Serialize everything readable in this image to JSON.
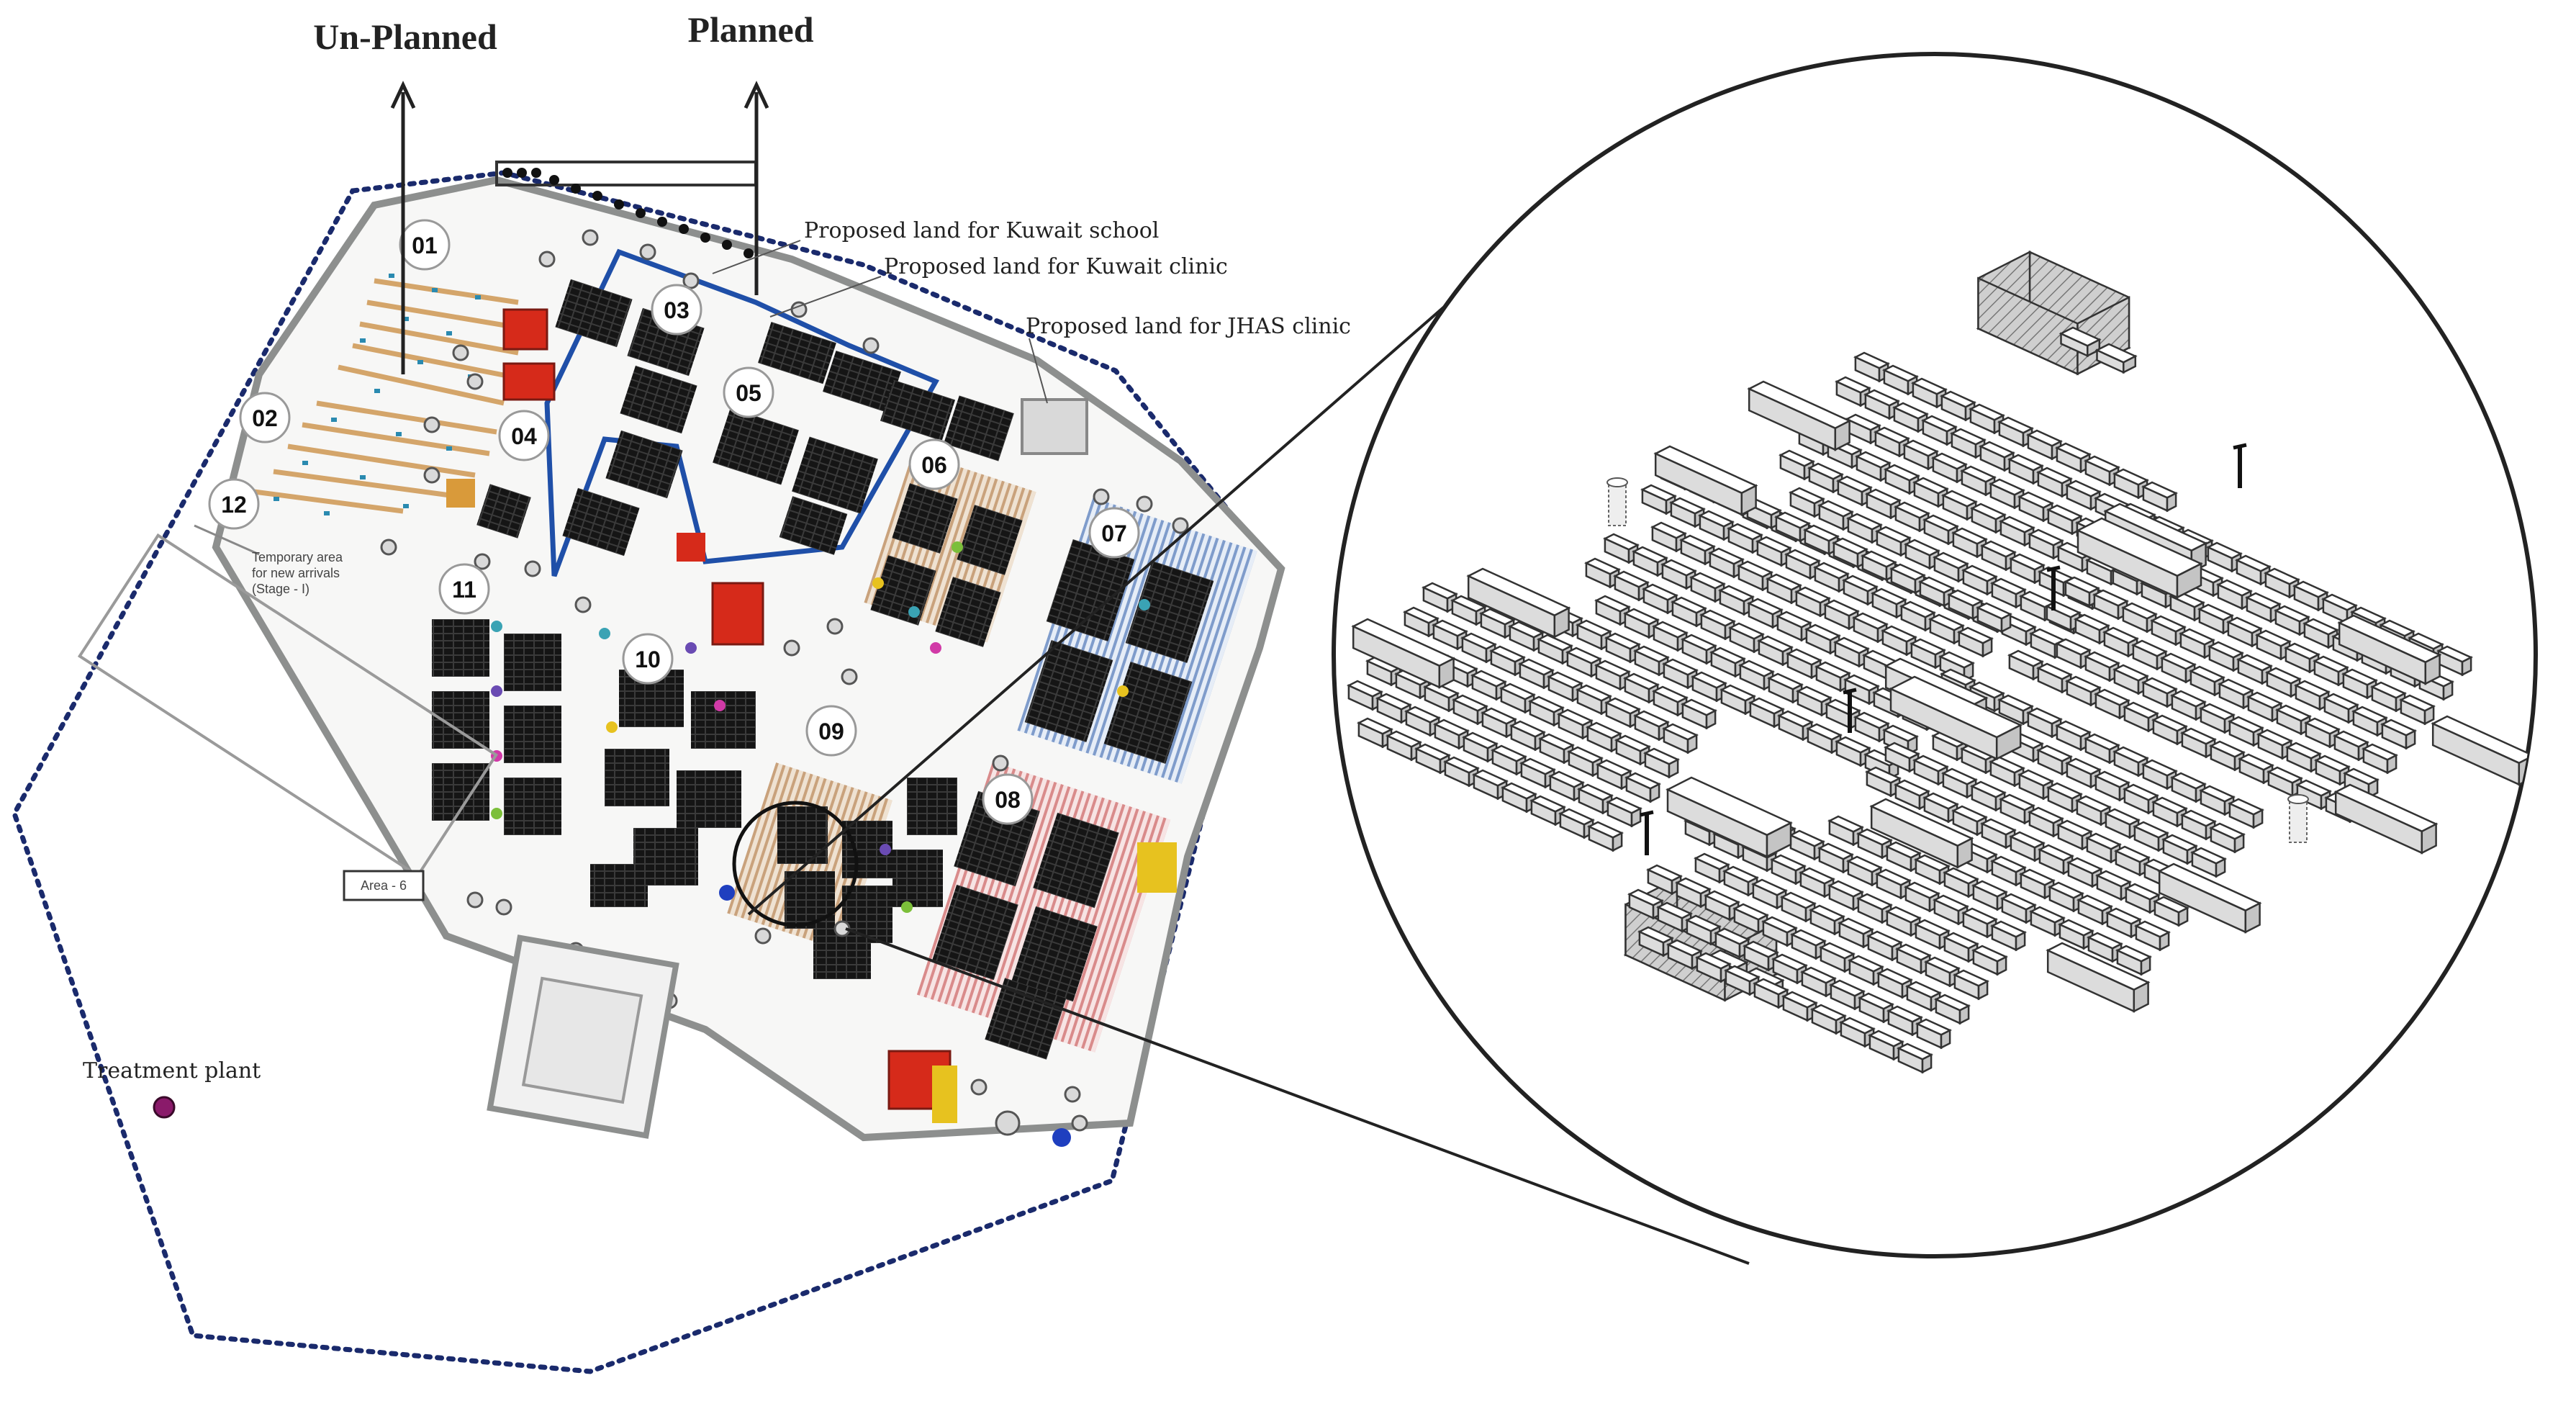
{
  "headings": {
    "unplanned": "Un-Planned",
    "planned": "Planned"
  },
  "annotations": {
    "kuwait_school": "Proposed land for Kuwait school",
    "kuwait_clinic": "Proposed land for Kuwait clinic",
    "jhas_clinic": "Proposed land for JHAS clinic",
    "treatment_plant": "Treatment plant"
  },
  "map": {
    "temporary_area": [
      "Temporary area",
      "for new arrivals",
      "(Stage - I)"
    ],
    "area_box": "Area - 6",
    "zones": [
      "01",
      "02",
      "03",
      "04",
      "05",
      "06",
      "07",
      "08",
      "09",
      "10",
      "11",
      "12"
    ]
  },
  "colors": {
    "boundary": "#1a2a6c",
    "planned_outline": "#1f4fa8",
    "road": "#9aa4a0",
    "shelter_block": "#1e1e1e",
    "facility_red": "#d62a1a",
    "facility_yellow": "#e7c21f",
    "treatment_plant": "#8a1a6a",
    "unplanned_lines": "#d4a56a"
  }
}
